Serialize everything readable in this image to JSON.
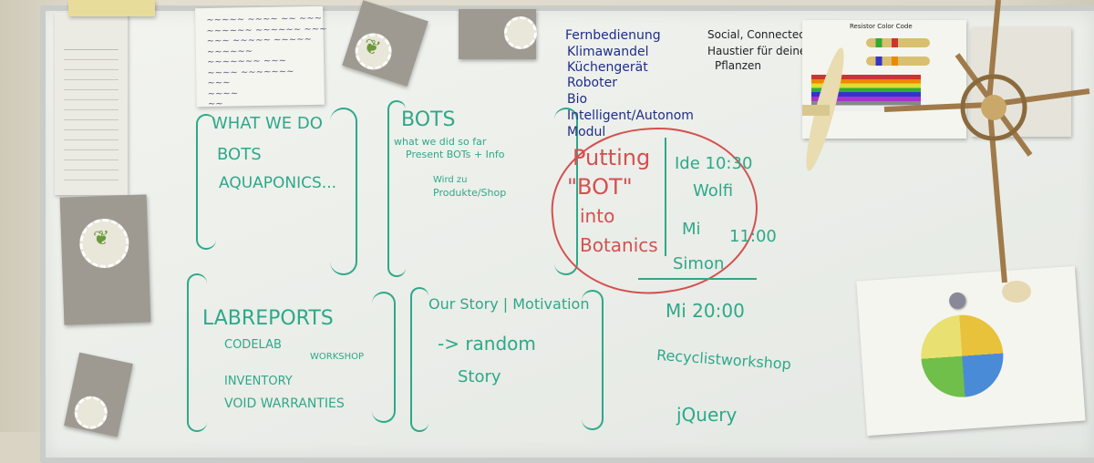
{
  "image": {
    "description": ""
  },
  "whiteboard": {
    "topics_box": {
      "lines": [
        "WHAT WE DO",
        "BOTS",
        "AQUAPONICS..."
      ]
    },
    "bots_box": {
      "title": "BOTS",
      "lines": [
        "what we did so far",
        "Present BOTs + Info",
        "Wird zu",
        "Produkte/Shop"
      ]
    },
    "blue_list": {
      "items": [
        "Fernbedienung",
        "Klimawandel",
        "Küchengerät",
        "Roboter",
        "Bio",
        "Intelligent/Autonom",
        "Modul"
      ]
    },
    "black_list": {
      "items": [
        "Social, Connected",
        "Haustier für deine",
        "Pflanzen"
      ]
    },
    "red_note": {
      "lines": [
        "Putting",
        "\"BOT\"",
        "into",
        "Botanics"
      ]
    },
    "schedule": {
      "lines": [
        "Ide 10:30",
        "Wolfi",
        "Mi",
        "11:00",
        "Simon",
        "Mi 20:00",
        "Recyclistworkshop"
      ],
      "extra": "jQuery"
    },
    "labreports_box": {
      "title": "LABREPORTS",
      "items": [
        "CODELAB",
        "",
        "WORKSHOP",
        "INVENTORY",
        "VOID WARRANTIES"
      ]
    },
    "story_box": {
      "lines": [
        "Our Story | Motivation",
        "-> random",
        "Story"
      ]
    },
    "resistor_sheet": {
      "title": "Resistor Color Code"
    }
  }
}
